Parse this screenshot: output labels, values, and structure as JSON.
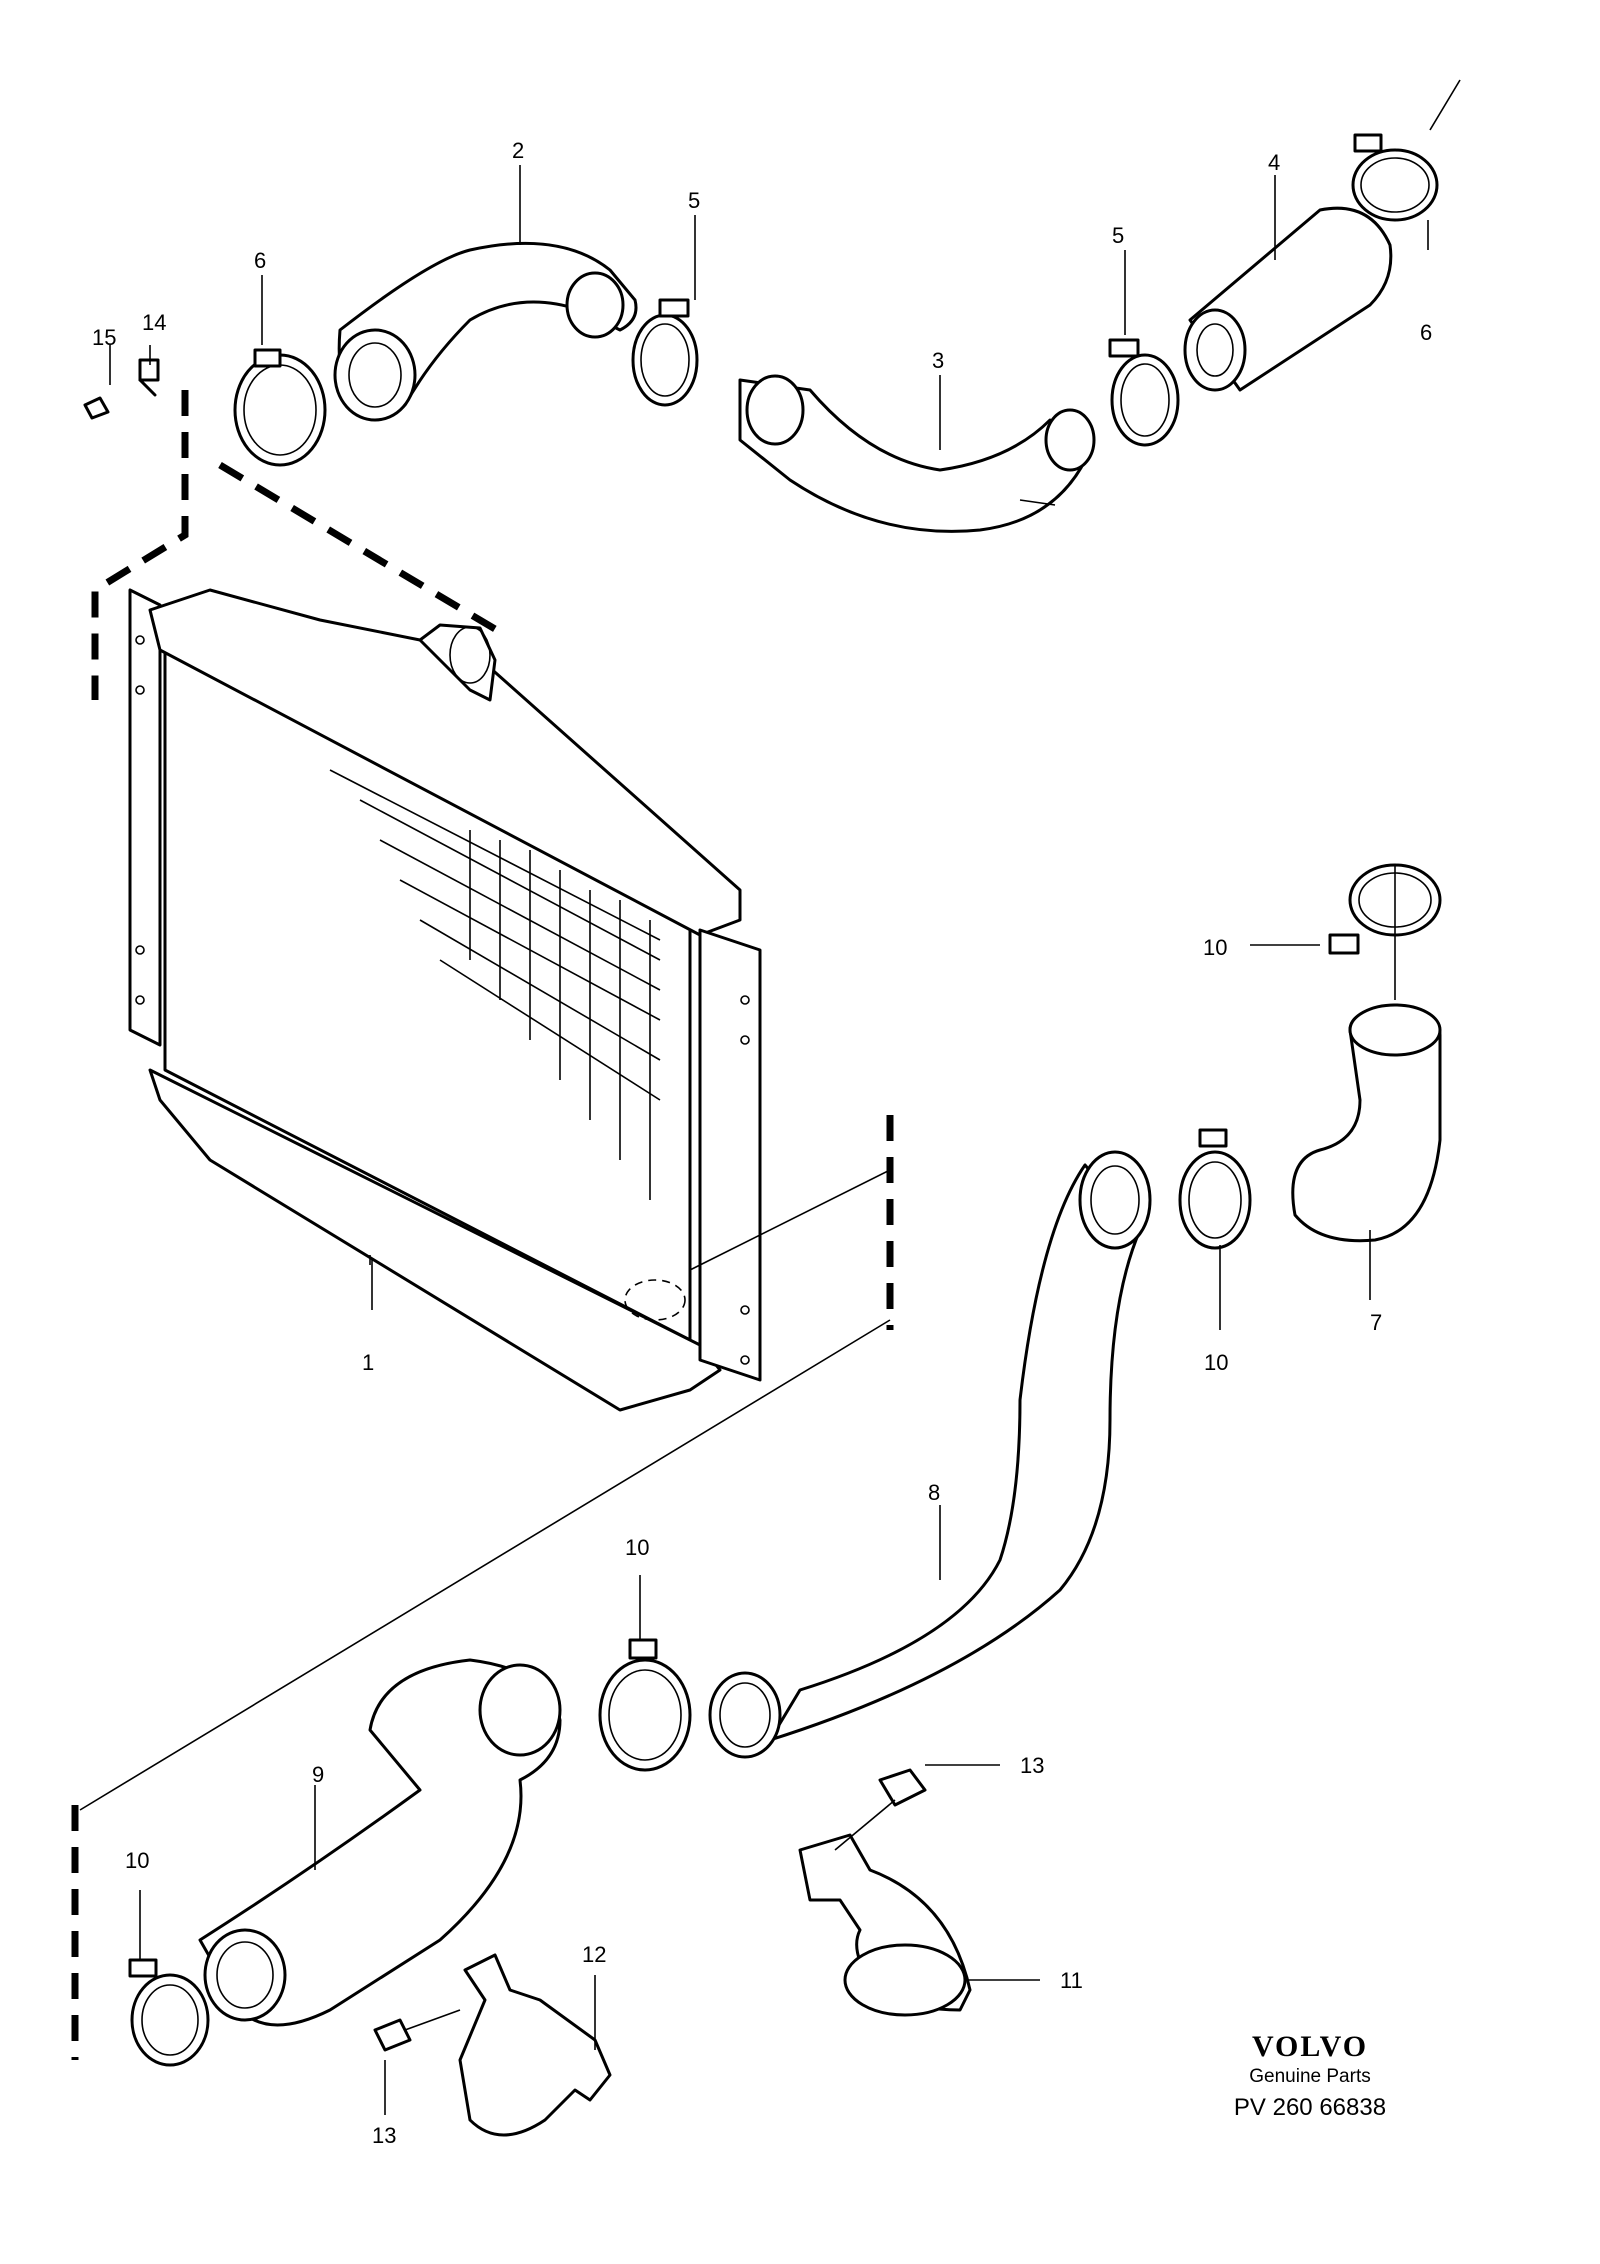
{
  "callouts": {
    "p1": "1",
    "p2": "2",
    "p3": "3",
    "p4": "4",
    "p5a": "5",
    "p5b": "5",
    "p6a": "6",
    "p6b": "6",
    "p7": "7",
    "p8": "8",
    "p9": "9",
    "p10a": "10",
    "p10b": "10",
    "p10c": "10",
    "p10d": "10",
    "p11": "11",
    "p12": "12",
    "p13a": "13",
    "p13b": "13",
    "p14": "14",
    "p15": "15"
  },
  "brand": {
    "logo": "VOLVO",
    "subtitle": "Genuine Parts",
    "code": "PV 260 66838"
  }
}
